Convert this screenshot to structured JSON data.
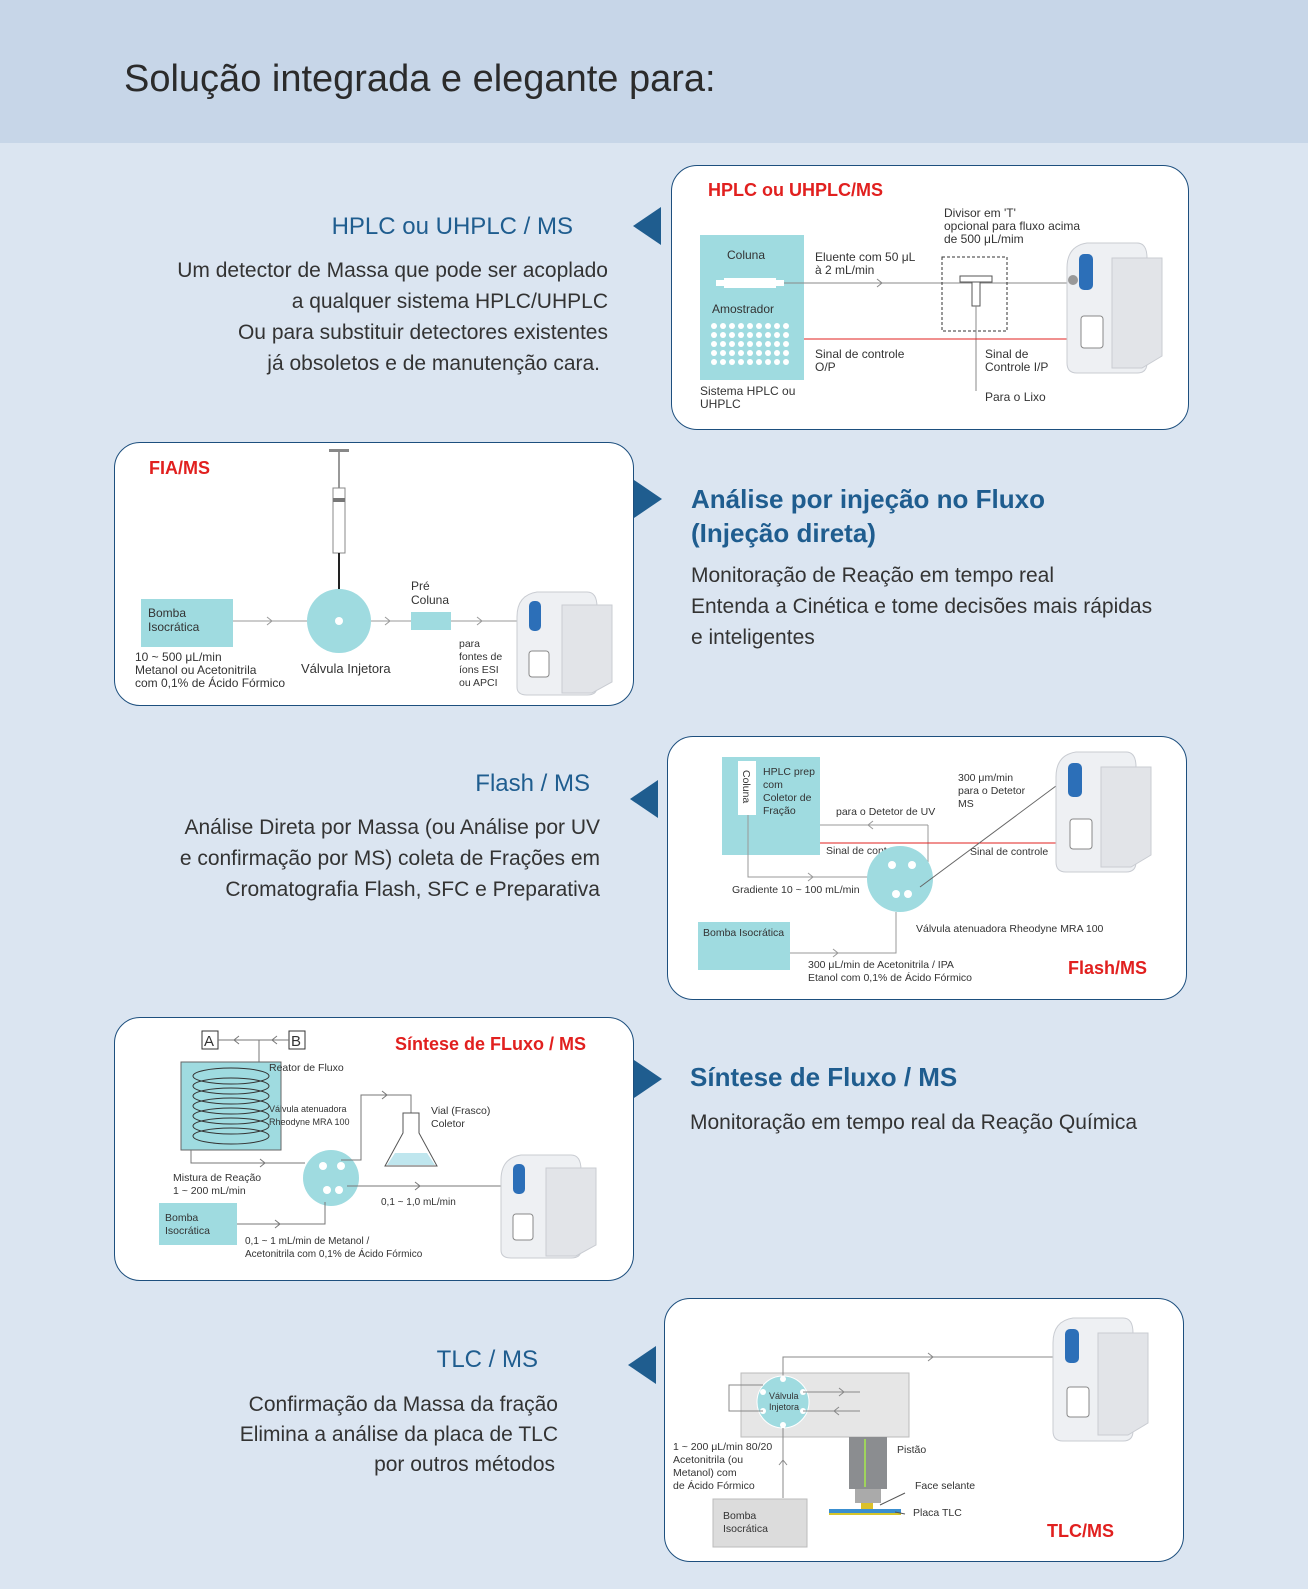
{
  "header": {
    "title": "Solução integrada e elegante para:"
  },
  "sec1": {
    "title": "HPLC ou UHPLC / MS",
    "lines": [
      "Um detector de Massa que pode ser acoplado",
      "a qualquer sistema HPLC/UHPLC",
      "Ou para substituir detectores existentes",
      "já obsoletos e de manutenção cara."
    ],
    "panel": {
      "title": "HPLC ou UHPLC/MS",
      "coluna": "Coluna",
      "amostrador": "Amostrador",
      "eluente": [
        "Eluente com 50 μL",
        "à 2 mL/min"
      ],
      "divisor": [
        "Divisor em 'T'",
        "opcional para fluxo acima",
        "de 500 μL/mim"
      ],
      "sinal_op": [
        "Sinal de controle",
        "O/P"
      ],
      "sinal_ip": [
        "Sinal de",
        "Controle I/P"
      ],
      "sistema": [
        "Sistema HPLC ou",
        "UHPLC"
      ],
      "lixo": "Para o Lixo"
    }
  },
  "sec2": {
    "title_lines": [
      "Análise por injeção no Fluxo",
      "(Injeção direta)"
    ],
    "lines": [
      "Monitoração de Reação em tempo real",
      "Entenda a Cinética e tome decisões mais rápidas",
      "e inteligentes"
    ],
    "panel": {
      "title": "FIA/MS",
      "bomba": [
        "Bomba",
        "Isocrática"
      ],
      "pre": [
        "Pré",
        "Coluna"
      ],
      "flow": [
        "10 ~ 500 μL/min",
        "Metanol ou Acetonitrila",
        "com 0,1% de Ácido Fórmico"
      ],
      "valvula": "Válvula Injetora",
      "fontes": [
        "para",
        "fontes de",
        "íons ESI",
        "ou APCI"
      ]
    }
  },
  "sec3": {
    "title": "Flash / MS",
    "lines": [
      "Análise Direta por Massa (ou Análise por UV",
      "e confirmação por MS) coleta de Frações em",
      "Cromatografia Flash, SFC e Preparativa"
    ],
    "panel": {
      "title": "Flash/MS",
      "coluna": "Coluna",
      "hplc_prep": [
        "HPLC prep",
        "com",
        "Coletor de",
        "Fração"
      ],
      "uv": "para o Detetor de UV",
      "ms_flow": [
        "300 μm/min",
        "para o Detetor",
        "MS"
      ],
      "sinal1": "Sinal de controle",
      "sinal2": "Sinal de controle",
      "gradiente": "Gradiente 10 ~ 100 mL/min",
      "bomba": "Bomba Isocrática",
      "valvula": "Válvula atenuadora Rheodyne MRA 100",
      "flow": [
        "300 μL/min de Acetonitrila / IPA",
        "Etanol com 0,1% de Ácido Fórmico"
      ]
    }
  },
  "sec4": {
    "title": "Síntese de Fluxo / MS",
    "lines": [
      "Monitoração em tempo real da Reação Química"
    ],
    "panel": {
      "title": "Síntese de FLuxo / MS",
      "a": "A",
      "b": "B",
      "reator": "Reator de Fluxo",
      "valvula": [
        "Válvula atenuadora",
        "Rheodyne MRA 100"
      ],
      "vial": [
        "Vial (Frasco)",
        "Coletor"
      ],
      "mistura": [
        "Mistura de Reação",
        "1 ~ 200 mL/min"
      ],
      "flow1": "0,1 ~ 1,0 mL/min",
      "bomba": [
        "Bomba",
        "Isocrática"
      ],
      "flow2": [
        "0,1 ~ 1 mL/min de Metanol /",
        "Acetonitrila com 0,1% de Ácido Fórmico"
      ]
    }
  },
  "sec5": {
    "title": "TLC / MS",
    "lines": [
      "Confirmação da Massa da fração",
      "Elimina a análise da placa de TLC",
      "por outros métodos"
    ],
    "panel": {
      "title": "TLC/MS",
      "valvula": [
        "Válvula",
        "Injetora"
      ],
      "flow": [
        "1 ~ 200 μL/min 80/20",
        "Acetonitrila (ou",
        "Metanol) com",
        "de Ácido Fórmico"
      ],
      "bomba": [
        "Bomba",
        "Isocrática"
      ],
      "pistao": "Pistão",
      "face": "Face selante",
      "placa": "Placa TLC"
    }
  },
  "colors": {
    "accent": "#1f5d8f",
    "red": "#e1201f",
    "box": "#9fdbe0",
    "background": "#dbe5f1"
  }
}
